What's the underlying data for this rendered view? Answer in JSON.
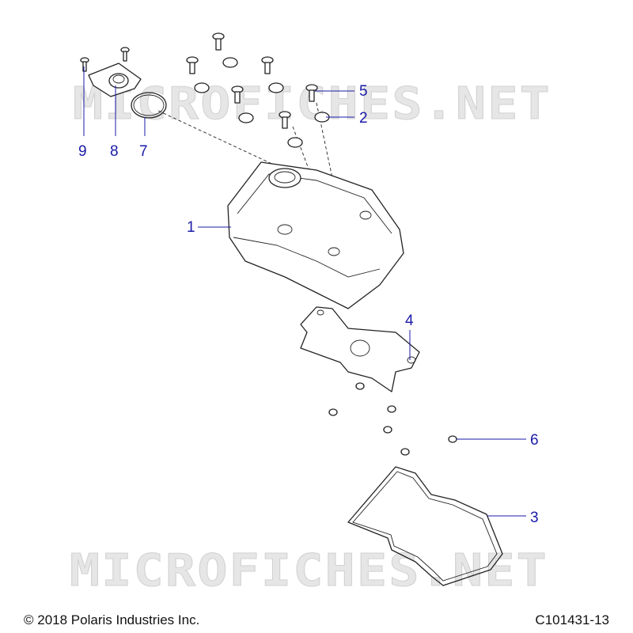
{
  "watermark": "MICROFICHES.NET",
  "footer": {
    "copyright": "© 2018 Polaris Industries Inc.",
    "reference": "C101431-13"
  },
  "callouts": {
    "c1": "1",
    "c2": "2",
    "c3": "3",
    "c4": "4",
    "c5": "5",
    "c6": "6",
    "c7": "7",
    "c8": "8",
    "c9": "9"
  }
}
